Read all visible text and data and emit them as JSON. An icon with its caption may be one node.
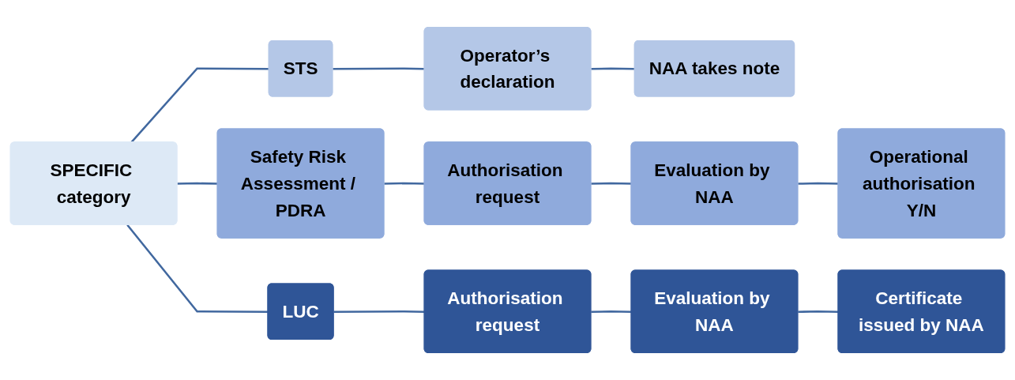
{
  "diagram": {
    "nodes": [
      {
        "text": [
          "SPECIFIC category"
        ]
      },
      {
        "text": [
          "STS"
        ]
      },
      {
        "text": [
          "Operator’s declaration"
        ]
      },
      {
        "text": [
          "NAA takes note"
        ]
      },
      {
        "text": [
          "Safety Risk Assessment / PDRA"
        ]
      },
      {
        "text": [
          "Authorisation request"
        ]
      },
      {
        "text": [
          "Evaluation by NAA"
        ]
      },
      {
        "text": [
          "Operational authorisation Y/N"
        ]
      },
      {
        "text": [
          "LUC"
        ]
      },
      {
        "text": [
          "Authorisation request"
        ]
      },
      {
        "text": [
          "Evaluation by NAA"
        ]
      },
      {
        "text": [
          "Certificate issued by NAA"
        ]
      }
    ],
    "edges": [
      {
        "from": 0,
        "to": 1,
        "arrow": "none"
      },
      {
        "from": 0,
        "to": 4,
        "arrow": "none"
      },
      {
        "from": 0,
        "to": 8,
        "arrow": "none"
      },
      {
        "from": 1,
        "to": 2,
        "arrow": "none"
      },
      {
        "from": 2,
        "to": 3,
        "arrow": "none"
      },
      {
        "from": 4,
        "to": 5,
        "arrow": "none"
      },
      {
        "from": 5,
        "to": 6,
        "arrow": "none"
      },
      {
        "from": 6,
        "to": 7,
        "arrow": "none"
      },
      {
        "from": 8,
        "to": 9,
        "arrow": "none"
      },
      {
        "from": 9,
        "to": 10,
        "arrow": "none"
      },
      {
        "from": 10,
        "to": 11,
        "arrow": "none"
      }
    ]
  }
}
